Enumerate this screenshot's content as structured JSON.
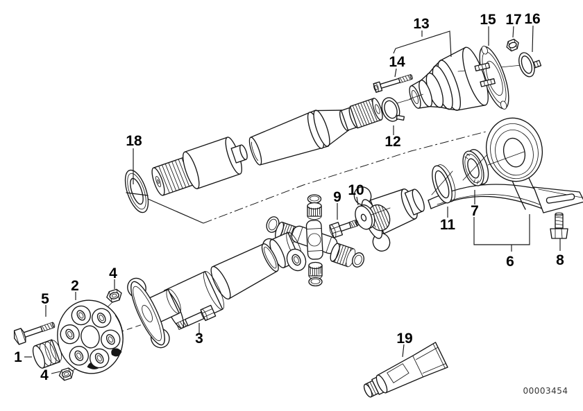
{
  "diagram": {
    "drawing_code": "00003454",
    "colors": {
      "line": "#151515",
      "background": "#ffffff"
    },
    "callouts": {
      "n1": "1",
      "n2": "2",
      "n3": "3",
      "n4a": "4",
      "n4b": "4",
      "n5": "5",
      "n6": "6",
      "n7": "7",
      "n8": "8",
      "n9": "9",
      "n10": "10",
      "n11": "11",
      "n12": "12",
      "n13": "13",
      "n14": "14",
      "n15": "15",
      "n16": "16",
      "n17": "17",
      "n18": "18",
      "n19": "19"
    }
  }
}
